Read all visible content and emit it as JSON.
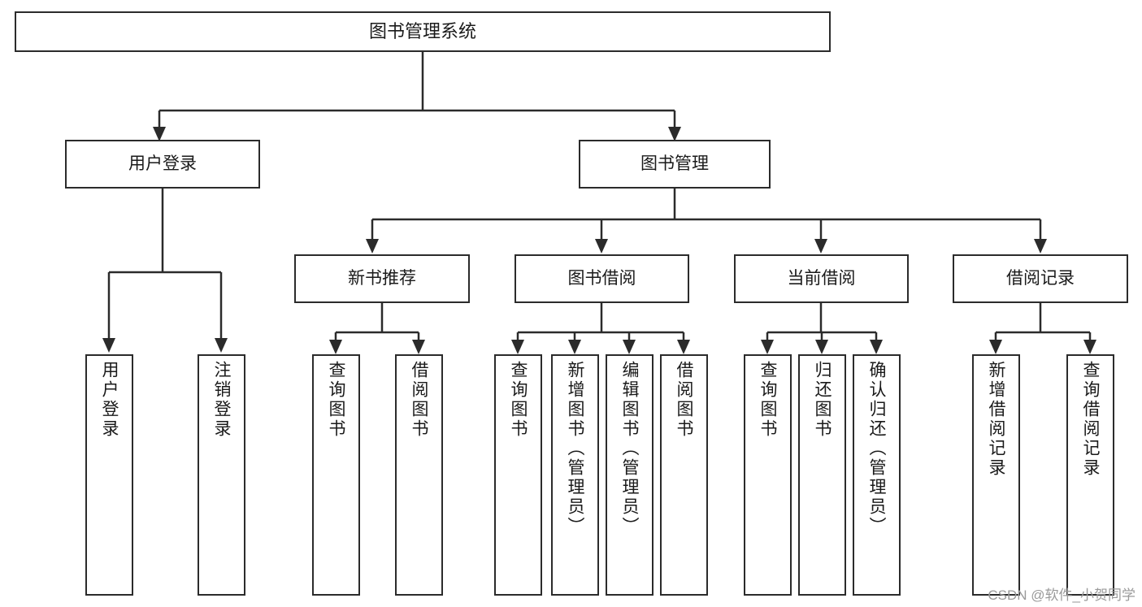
{
  "diagram": {
    "title": "图书管理系统",
    "type": "functional-decomposition-tree",
    "root": {
      "label": "图书管理系统"
    },
    "level2": [
      {
        "label": "用户登录"
      },
      {
        "label": "图书管理"
      }
    ],
    "level3": [
      {
        "label": "新书推荐"
      },
      {
        "label": "图书借阅"
      },
      {
        "label": "当前借阅"
      },
      {
        "label": "借阅记录"
      }
    ],
    "leaves": {
      "user_login": [
        {
          "label": "用户登录"
        },
        {
          "label": "注销登录"
        }
      ],
      "new_book_recommend": [
        {
          "label": "查询图书"
        },
        {
          "label": "借阅图书"
        }
      ],
      "book_borrow": [
        {
          "label": "查询图书"
        },
        {
          "label": "新增图书（管理员）"
        },
        {
          "label": "编辑图书（管理员）"
        },
        {
          "label": "借阅图书"
        }
      ],
      "current_borrow": [
        {
          "label": "查询图书"
        },
        {
          "label": "归还图书"
        },
        {
          "label": "确认归还（管理员）"
        }
      ],
      "borrow_record": [
        {
          "label": "新增借阅记录"
        },
        {
          "label": "查询借阅记录"
        }
      ]
    }
  },
  "watermark": {
    "text": "CSDN @软件_小贺同学"
  },
  "colors": {
    "stroke": "#2b2b2b",
    "background": "#ffffff",
    "text": "#1a1a1a",
    "watermark": "#9a9a9a"
  }
}
